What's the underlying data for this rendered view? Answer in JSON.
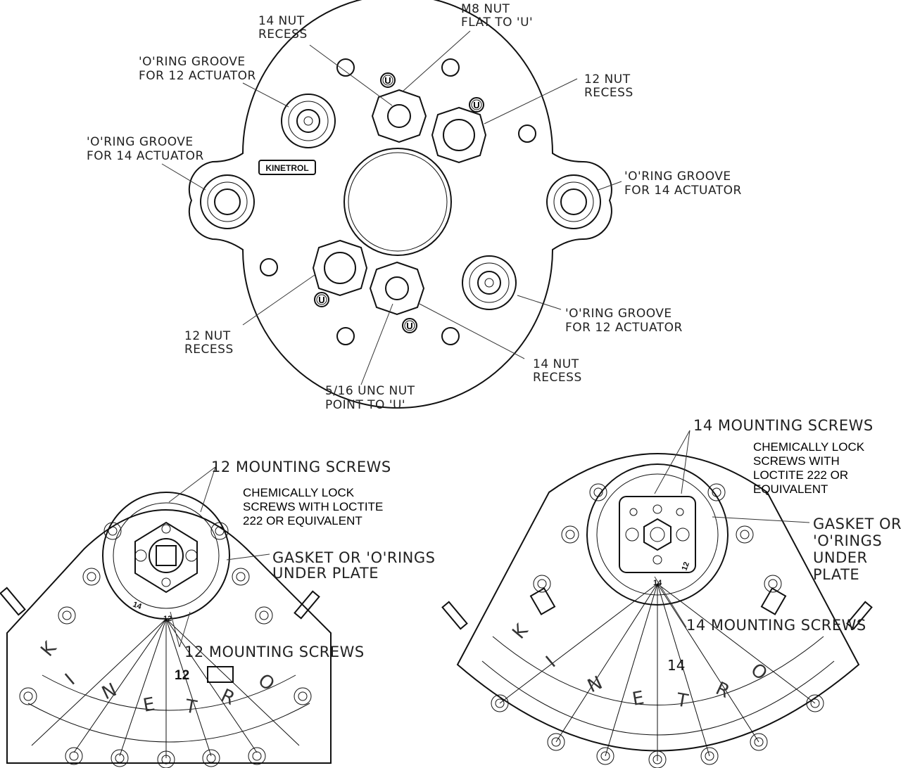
{
  "plate": {
    "logo": "KINETROL",
    "u_mark": "U",
    "labels": {
      "nut14_top": [
        "14 NUT",
        "RECESS"
      ],
      "m8_nut": [
        "M8 NUT",
        "FLAT TO 'U'"
      ],
      "oring12_top": [
        "'O'RING GROOVE",
        "FOR 12 ACTUATOR"
      ],
      "nut12_right": [
        "12  NUT",
        "RECESS"
      ],
      "oring14_left": [
        "'O'RING GROOVE",
        "FOR 14 ACTUATOR"
      ],
      "oring14_right": [
        "'O'RING GROOVE",
        "FOR 14 ACTUATOR"
      ],
      "nut12_left": [
        "12 NUT",
        "RECESS"
      ],
      "oring12_bottom": [
        "'O'RING GROOVE",
        "FOR 12 ACTUATOR"
      ],
      "nut14_bottom": [
        "14 NUT",
        "RECESS"
      ],
      "unc_nut": [
        "5/16 UNC NUT",
        "POINT TO 'U'"
      ]
    }
  },
  "actuator12": {
    "top_screws": "12 MOUNTING SCREWS",
    "lock_note": [
      "CHEMICALLY LOCK",
      "SCREWS WITH LOCTITE",
      "222 OR EQUIVALENT"
    ],
    "gasket": [
      "GASKET OR 'O'RINGS",
      "UNDER PLATE"
    ],
    "bottom_screws": "12 MOUNTING SCREWS",
    "size": "12",
    "plate_marks": [
      "14",
      "12"
    ],
    "letters": [
      "K",
      "I",
      "N",
      "E",
      "T",
      "R",
      "O"
    ]
  },
  "actuator14": {
    "top_screws": "14 MOUNTING SCREWS",
    "lock_note": [
      "CHEMICALLY LOCK",
      "SCREWS WITH",
      "LOCTITE 222 OR",
      "EQUIVALENT"
    ],
    "gasket": [
      "GASKET OR",
      "'O'RINGS",
      "UNDER",
      "PLATE"
    ],
    "bottom_screws": "14 MOUNTING SCREWS",
    "size": "14",
    "plate_marks": [
      "14",
      "12"
    ],
    "letters": [
      "K",
      "I",
      "N",
      "E",
      "T",
      "R",
      "O"
    ]
  }
}
